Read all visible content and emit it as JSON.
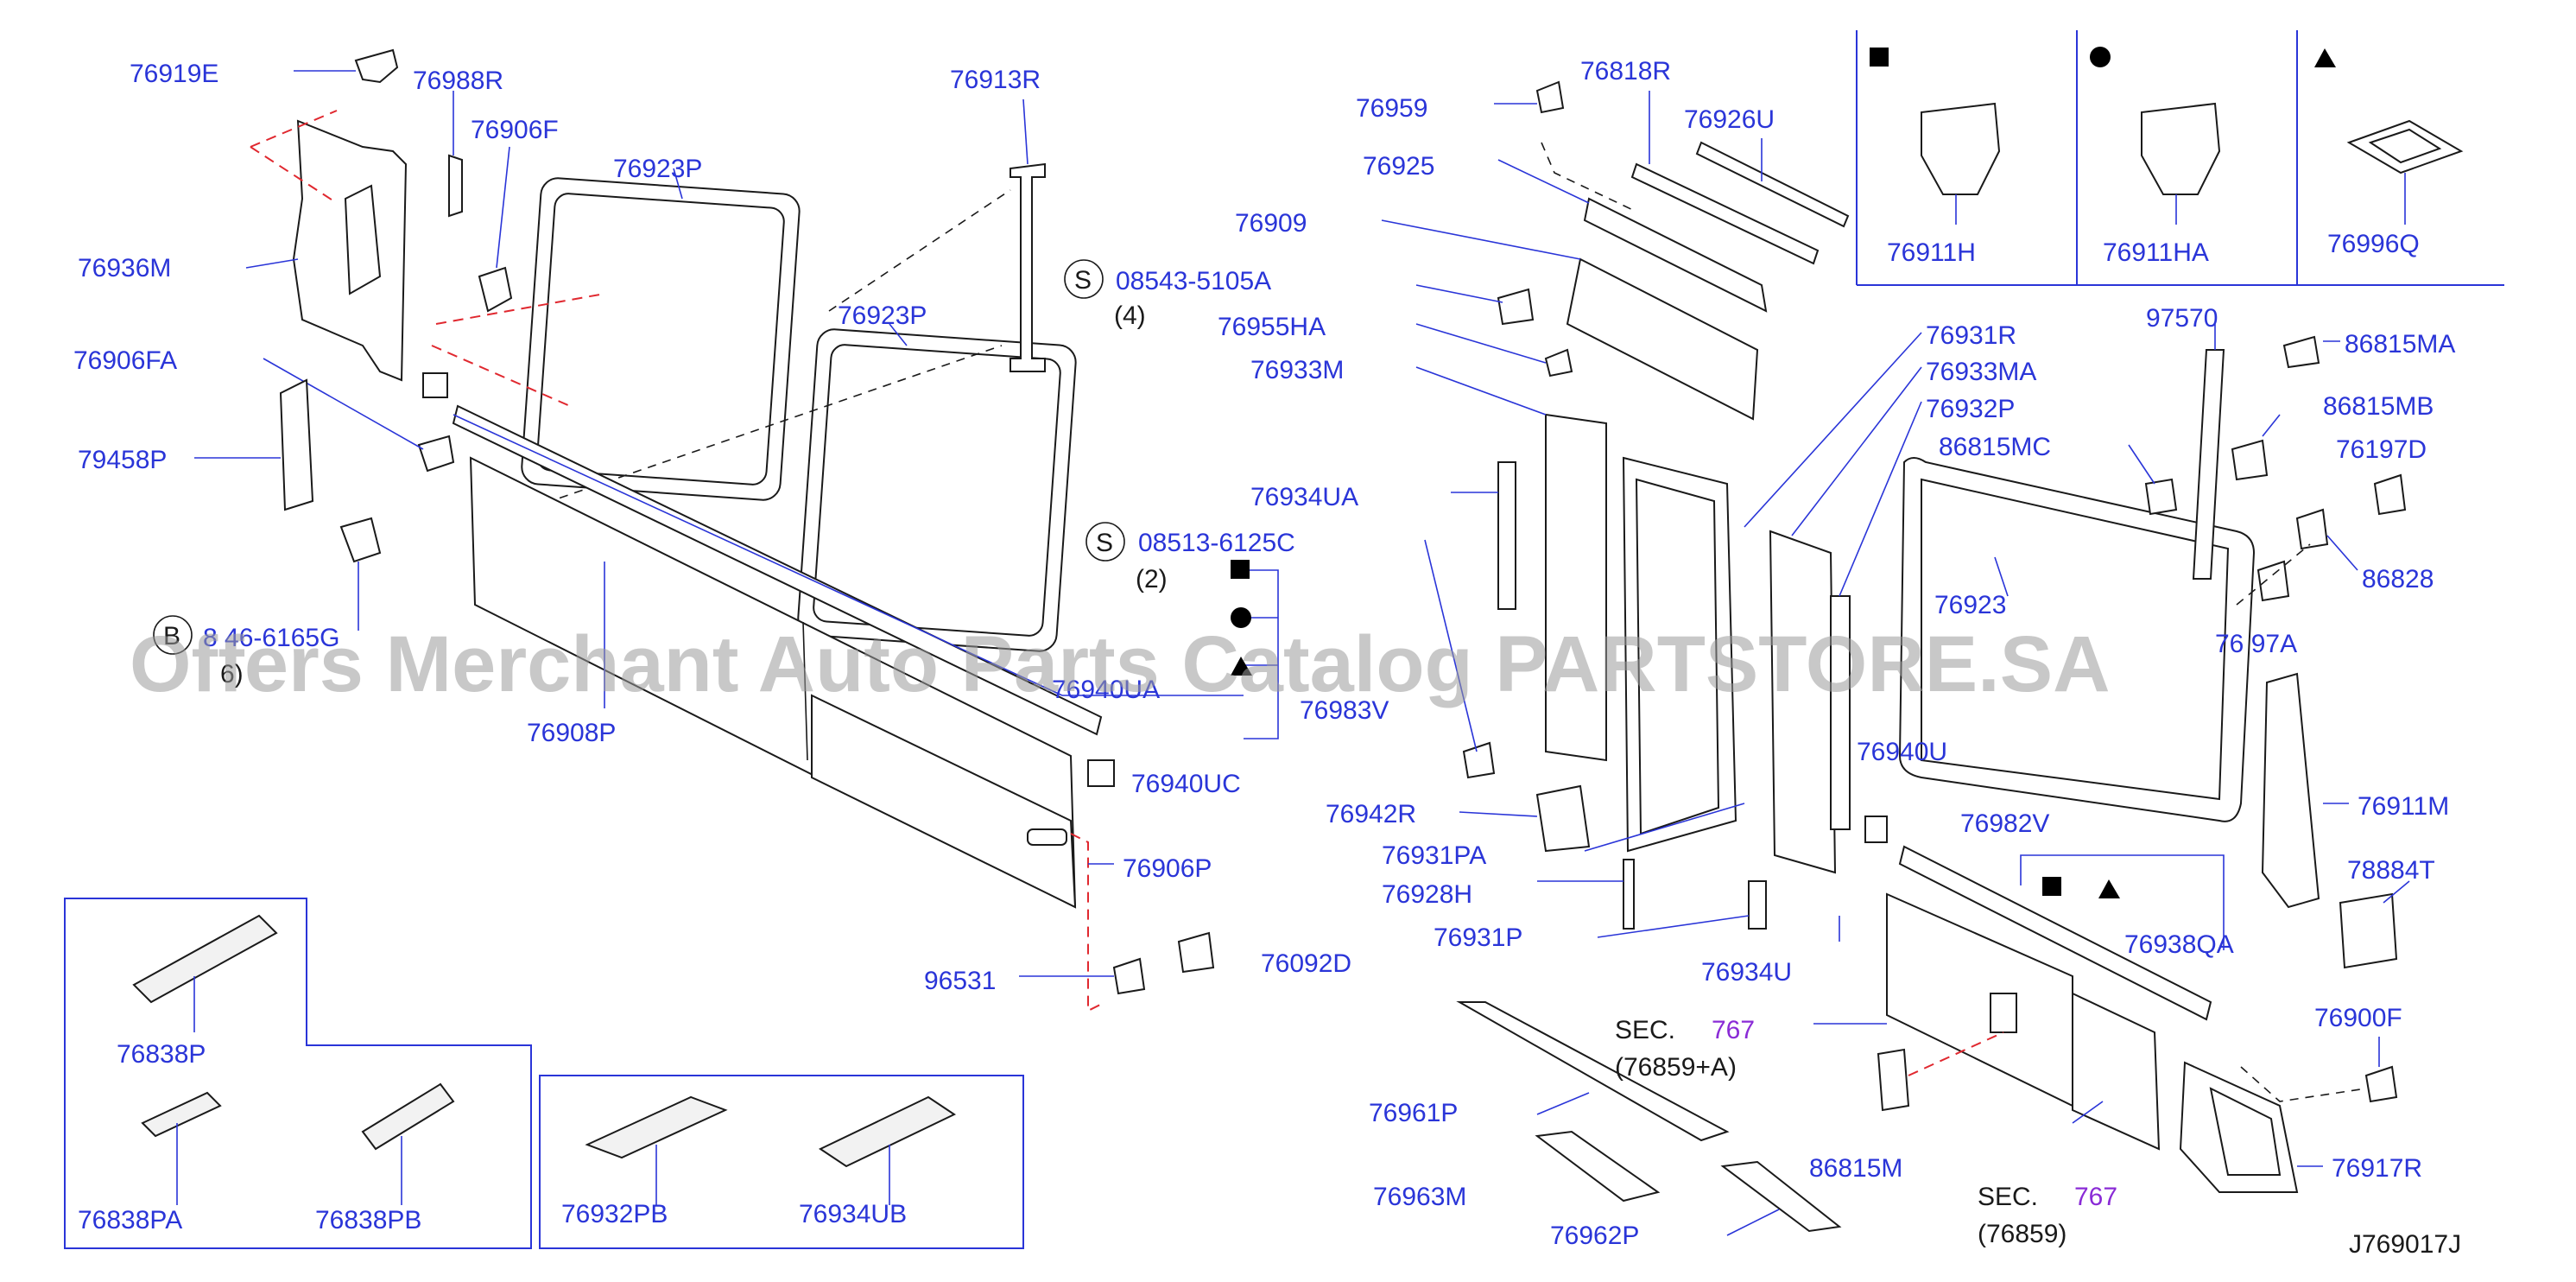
{
  "diagram": {
    "watermark": "Offers Merchant Auto Parts Catalog PARTSTORE.SA",
    "drawing_code": "J769017J",
    "part_labels": {
      "p76919E": "76919E",
      "p76988R": "76988R",
      "p76906F": "76906F",
      "p76913R": "76913R",
      "p76923P_a": "76923P",
      "p76923P_b": "76923P",
      "p76936M": "76936M",
      "p76906FA": "76906FA",
      "p79458P": "79458P",
      "p76908P": "76908P",
      "p76940UA": "76940UA",
      "p76983V": "76983V",
      "p76934UA": "76934UA",
      "p76940UC": "76940UC",
      "p76906P": "76906P",
      "p96531": "96531",
      "p76092D": "76092D",
      "p76959": "76959",
      "p76818R": "76818R",
      "p76926U": "76926U",
      "p76925": "76925",
      "p76909": "76909",
      "p76955HA": "76955HA",
      "p76933M": "76933M",
      "p76931R": "76931R",
      "p76933MA": "76933MA",
      "p76932P": "76932P",
      "p86815MC": "86815MC",
      "p76923": "76923",
      "p76942R": "76942R",
      "p76931PA": "76931PA",
      "p76928H": "76928H",
      "p76931P": "76931P",
      "p76934U": "76934U",
      "p76940U": "76940U",
      "p76982V": "76982V",
      "p76938QA": "76938QA",
      "p76961P": "76961P",
      "p76963M": "76963M",
      "p76962P": "76962P",
      "p86815M": "86815M",
      "p97570": "97570",
      "p86815MA": "86815MA",
      "p86815MB": "86815MB",
      "p76197D": "76197D",
      "p86828": "86828",
      "p76197A_partial": "76 97A",
      "p76911M": "76911M",
      "p78884T": "78884T",
      "p76900F": "76900F",
      "p76917R": "76917R",
      "p76911H": "76911H",
      "p76911HA": "76911HA",
      "p76996Q": "76996Q",
      "p76838P": "76838P",
      "p76838PA": "76838PA",
      "p76838PB": "76838PB",
      "p76932PB": "76932PB",
      "p76934UB": "76934UB"
    },
    "screws": {
      "s1_mark": "S",
      "s1_code": "08543-5105A",
      "s1_qty": "(4)",
      "s2_mark": "S",
      "s2_code": "08513-6125C",
      "s2_qty": "(2)",
      "b_mark": "B",
      "b_code_partial": "8 46-6165G",
      "b_qty_partial": "6)"
    },
    "sections": {
      "sec1_prefix": "SEC.",
      "sec1_num": "767",
      "sec1_ref": "(76859+A)",
      "sec2_prefix": "SEC.",
      "sec2_num": "767",
      "sec2_ref": "(76859)"
    },
    "symbol_legend": [
      "square",
      "circle",
      "triangle"
    ]
  }
}
